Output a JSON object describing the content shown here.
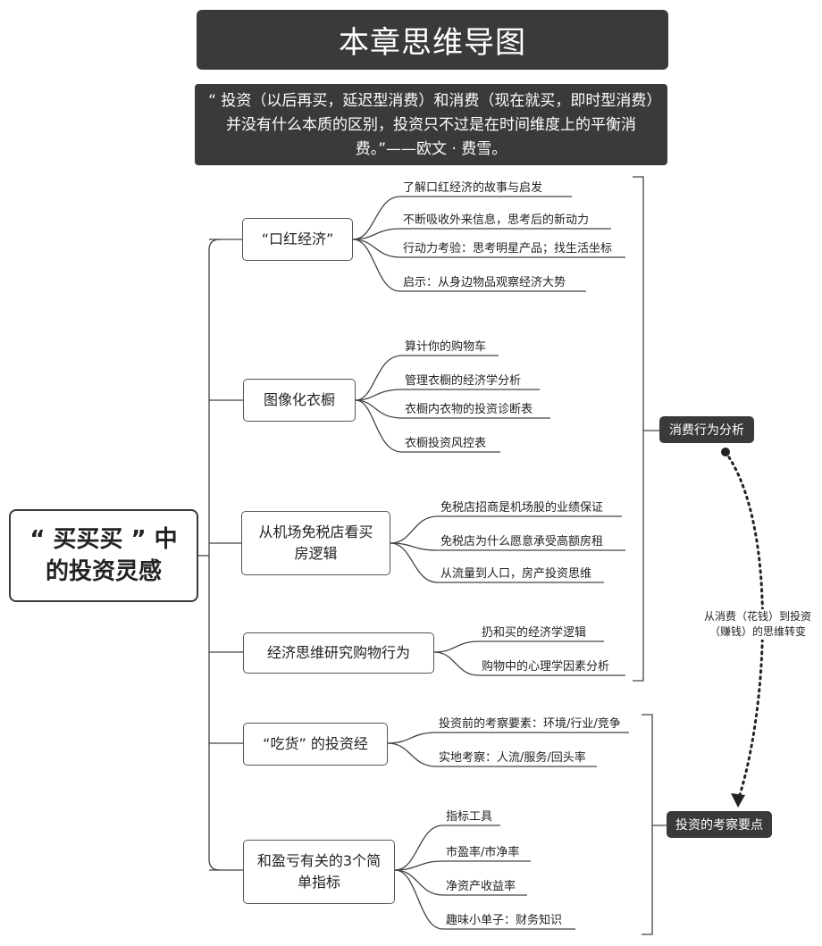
{
  "title": "本章思维导图",
  "quote": "“ 投资（以后再买，延迟型消费）和消费（现在就买，即时型消费）并没有什么本质的区别，投资只不过是在时间维度上的平衡消费。”——欧文 · 费雪。",
  "root": {
    "line1": "“ 买买买 ” 中",
    "line2": "的投资灵感"
  },
  "topics": [
    {
      "label": "“口红经济”",
      "leaves": [
        "了解口红经济的故事与启发",
        "不断吸收外来信息，思考后的新动力",
        "行动力考验：思考明星产品；找生活坐标",
        "启示：从身边物品观察经济大势"
      ]
    },
    {
      "label": "图像化衣橱",
      "leaves": [
        "算计你的购物车",
        "管理衣橱的经济学分析",
        "衣橱内衣物的投资诊断表",
        "衣橱投资风控表"
      ]
    },
    {
      "label": "从机场免税店看买房逻辑",
      "leaves": [
        "免税店招商是机场股的业绩保证",
        "免税店为什么愿意承受高额房租",
        "从流量到人口，房产投资思维"
      ]
    },
    {
      "label": "经济思维研究购物行为",
      "leaves": [
        "扔和买的经济学逻辑",
        "购物中的心理学因素分析"
      ]
    },
    {
      "label": "“吃货” 的投资经",
      "leaves": [
        "投资前的考察要素：环境/行业/竞争",
        "实地考察：人流/服务/回头率"
      ]
    },
    {
      "label": "和盈亏有关的3个简单指标",
      "leaves": [
        "指标工具",
        "市盈率/市净率",
        "净资产收益率",
        "趣味小单子：财务知识"
      ]
    }
  ],
  "summaries": [
    "消费行为分析",
    "投资的考察要点"
  ],
  "transition_note": {
    "line1": "从消费（花钱）到投资",
    "line2": "（赚钱）的思维转变"
  }
}
